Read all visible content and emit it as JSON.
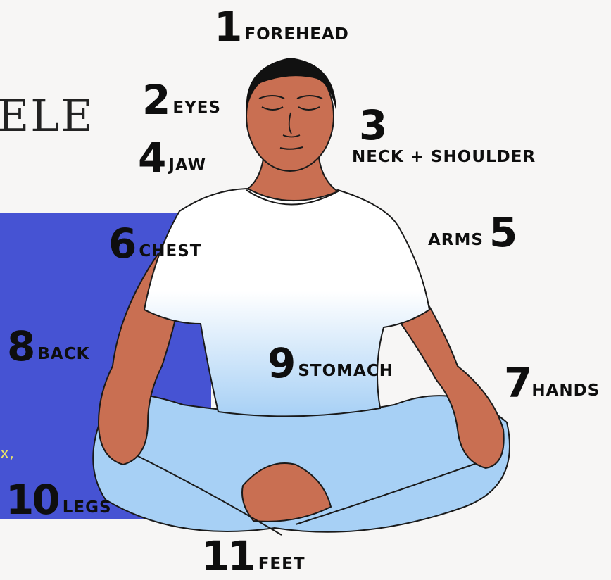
{
  "background": {
    "heading_fragment": "ELE",
    "text_fragment": "x,",
    "panel_color": "#4653d3",
    "fragment_color": "#e8e26a"
  },
  "labels": [
    {
      "num": "1",
      "word": "FOREHEAD"
    },
    {
      "num": "2",
      "word": "EYES"
    },
    {
      "num": "3",
      "word": "NECK + SHOULDER"
    },
    {
      "num": "4",
      "word": "JAW"
    },
    {
      "num": "5",
      "word": "ARMS"
    },
    {
      "num": "6",
      "word": "CHEST"
    },
    {
      "num": "7",
      "word": "HANDS"
    },
    {
      "num": "8",
      "word": "BACK"
    },
    {
      "num": "9",
      "word": "STOMACH"
    },
    {
      "num": "10",
      "word": "LEGS"
    },
    {
      "num": "11",
      "word": "FEET"
    }
  ],
  "colors": {
    "skin": "#c96f52",
    "shirt": "#ffffff",
    "pants": "#a7d0f5",
    "hair": "#111111",
    "text": "#0e0e0e"
  }
}
